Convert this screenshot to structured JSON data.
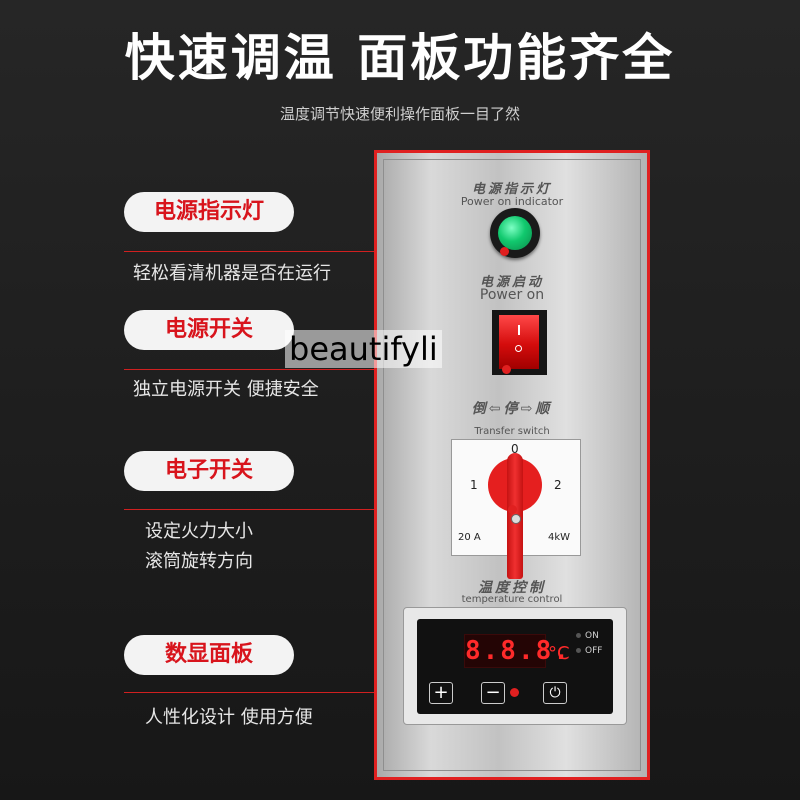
{
  "header": {
    "title": "快速调温 面板功能齐全",
    "subtitle": "温度调节快速便利操作面板一目了然"
  },
  "features": [
    {
      "label": "电源指示灯",
      "desc": [
        "轻松看清机器是否在运行"
      ]
    },
    {
      "label": "电源开关",
      "desc": [
        "独立电源开关 便捷安全"
      ]
    },
    {
      "label": "电子开关",
      "desc": [
        "设定火力大小",
        "滚筒旋转方向"
      ]
    },
    {
      "label": "数显面板",
      "desc": [
        "人性化设计 使用方便"
      ]
    }
  ],
  "panel": {
    "power_indicator_cn": "电源指示灯",
    "power_indicator_en": "Power on indicator",
    "power_on_cn": "电源启动",
    "power_on_en": "Power on",
    "transfer_cn": "倒⇦停⇨顺",
    "transfer_en": "Transfer switch",
    "dial_0": "0",
    "dial_1": "1",
    "dial_2": "2",
    "dial_left": "20 A",
    "dial_right": "4kW",
    "temp_cn": "温度控制",
    "temp_en": "temperature control",
    "display": "8.8.8.",
    "degree": "°C",
    "on": "ON",
    "off": "OFF",
    "btn_plus": "+",
    "btn_minus": "−",
    "btn_power": "⏻"
  },
  "watermark": "beautifyli",
  "colors": {
    "accent": "#e02020",
    "label_text": "#d8141c",
    "indicator": "#11c96e"
  }
}
